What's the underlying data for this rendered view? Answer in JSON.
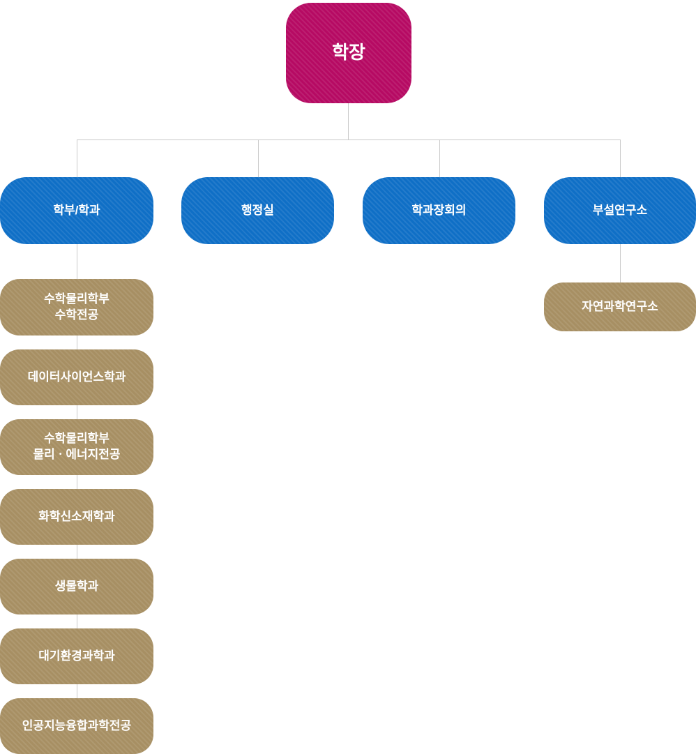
{
  "org_chart": {
    "type": "org-chart",
    "root": {
      "label": "학장"
    },
    "branches": [
      {
        "label": "학부/학과"
      },
      {
        "label": "행정실"
      },
      {
        "label": "학과장회의"
      },
      {
        "label": "부설연구소"
      }
    ],
    "departments": [
      {
        "label": "수학물리학부\n수학전공"
      },
      {
        "label": "데이터사이언스학과"
      },
      {
        "label": "수학물리학부\n물리ㆍ에너지전공"
      },
      {
        "label": "화학신소재학과"
      },
      {
        "label": "생물학과"
      },
      {
        "label": "대기환경과학과"
      },
      {
        "label": "인공지능융합과학전공"
      }
    ],
    "institutes": [
      {
        "label": "자연과학연구소"
      }
    ],
    "colors": {
      "root": "#b60a63",
      "branch": "#0f6fc6",
      "leaf": "#a78f63",
      "line": "#c9c9c9",
      "text": "#ffffff"
    }
  }
}
